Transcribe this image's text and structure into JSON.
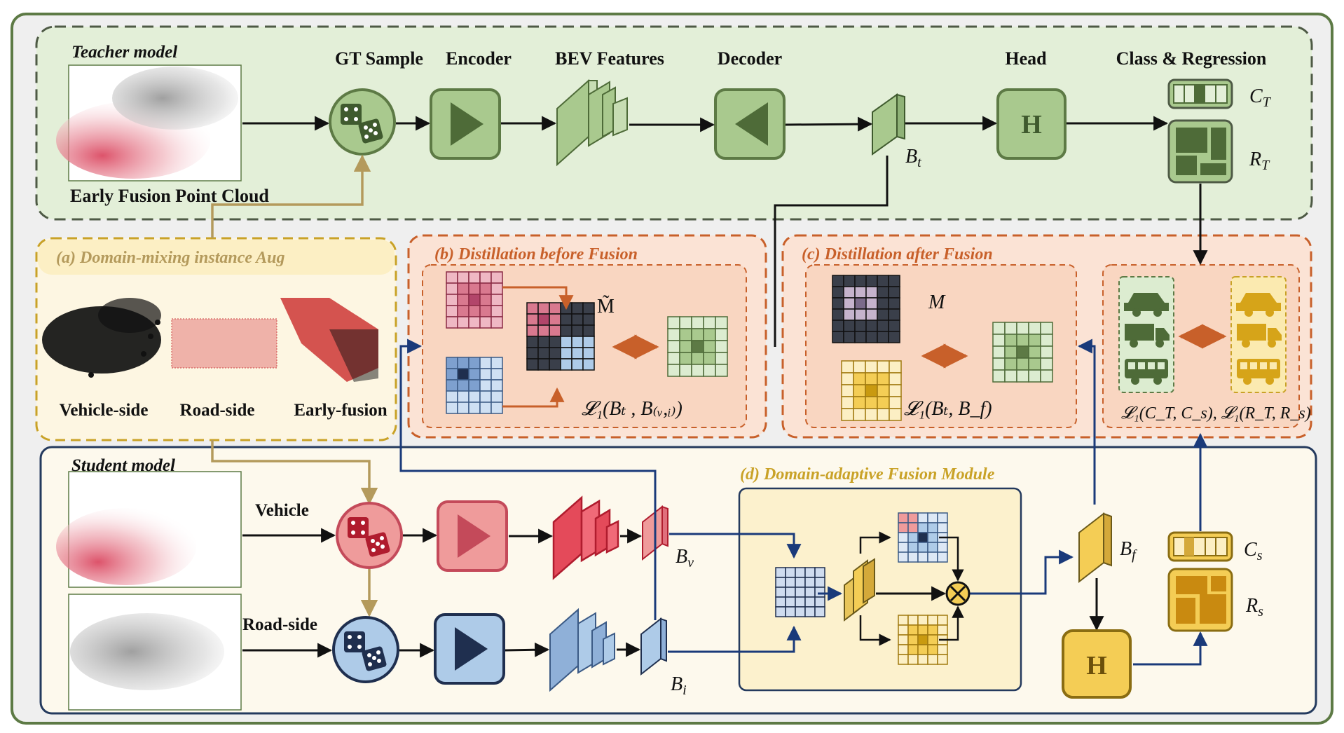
{
  "teacher": {
    "title": "Teacher model",
    "cloud_caption": "Early Fusion Point Cloud",
    "gt_sample": "GT Sample",
    "encoder": "Encoder",
    "bev": "BEV Features",
    "decoder": "Decoder",
    "head": "Head",
    "head_glyph": "H",
    "cls_reg": "Class & Regression",
    "bt": "B",
    "bt_sub": "t",
    "ct": "C",
    "ct_sub": "T",
    "rt": "R",
    "rt_sub": "T"
  },
  "panel_a": {
    "title": "(a) Domain-mixing instance Aug",
    "vehicle": "Vehicle-side",
    "road": "Road-side",
    "early": "Early-fusion"
  },
  "panel_b": {
    "title": "(b) Distillation before Fusion",
    "mask": "M̃",
    "loss": "𝓛₁(Bₜ , B₍ᵥ,ᵢ₎)"
  },
  "panel_c": {
    "title": "(c) Distillation after Fusion",
    "mask": "M",
    "loss": "𝓛₁(Bₜ, B_f)",
    "loss2": "𝓛₁(C_T, C_s), 𝓛₁(R_T, R_s)"
  },
  "student": {
    "title": "Student model",
    "vehicle": "Vehicle",
    "road": "Road-side",
    "bv": "B",
    "bv_sub": "v",
    "bi": "B",
    "bi_sub": "i",
    "bf": "B",
    "bf_sub": "f",
    "cs": "C",
    "cs_sub": "s",
    "rs": "R",
    "rs_sub": "s",
    "head_glyph": "H"
  },
  "panel_d": {
    "title": "(d) Domain-adaptive Fusion Module"
  },
  "colors": {
    "teacher_bg": "#e3efd8",
    "teacher_border": "#5d7a45",
    "green_node": "#a9c98e",
    "green_dark": "#5d7a45",
    "orange_bg": "#f9d6c1",
    "orange_border": "#c8602a",
    "yellow_bg": "#fbf0cf",
    "yellow_border": "#c9a227",
    "student_bg": "#fdf9ed",
    "student_border": "#243a5e",
    "red_node": "#ef9b9b",
    "blue_node": "#aecbe8",
    "gold_node": "#f4cd55",
    "arrow_blue": "#1a3a7a",
    "arrow_tan": "#b49a5c"
  }
}
